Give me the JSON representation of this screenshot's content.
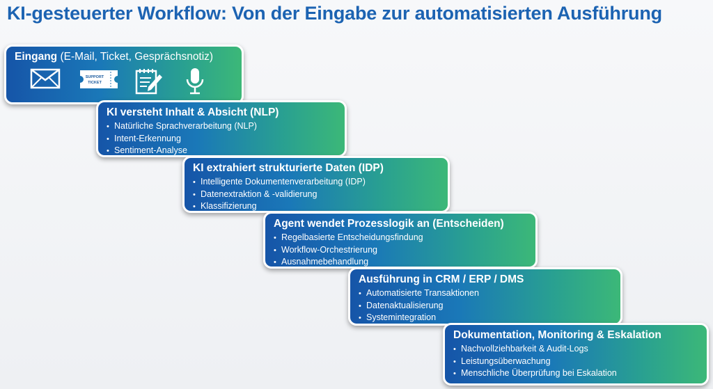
{
  "title": "KI-gesteuerter Workflow: Von der Eingabe zur automatisierten Ausführung",
  "steps": [
    {
      "title": "Eingang",
      "subtitle": "(E-Mail, Ticket, Gesprächsnotiz)",
      "icons": [
        "envelope-icon",
        "support-ticket-icon",
        "notepad-pencil-icon",
        "microphone-icon"
      ],
      "ticket_text_1": "SUPPORT",
      "ticket_text_2": "TICKET"
    },
    {
      "title": "KI versteht Inhalt & Absicht (NLP)",
      "bullets": [
        "Natürliche Sprachverarbeitung (NLP)",
        "Intent-Erkennung",
        "Sentiment-Analyse"
      ]
    },
    {
      "title": "KI extrahiert strukturierte Daten (IDP)",
      "bullets": [
        "Intelligente Dokumentenverarbeitung (IDP)",
        "Datenextraktion & -validierung",
        "Klassifizierung"
      ]
    },
    {
      "title": "Agent wendet Prozesslogik an (Entscheiden)",
      "bullets": [
        "Regelbasierte Entscheidungsfindung",
        "Workflow-Orchestrierung",
        "Ausnahmebehandlung"
      ]
    },
    {
      "title": "Ausführung in CRM / ERP / DMS",
      "bullets": [
        "Automatisierte Transaktionen",
        "Datenaktualisierung",
        "Systemintegration"
      ]
    },
    {
      "title": "Dokumentation, Monitoring & Eskalation",
      "bullets": [
        "Nachvollziehbarkeit & Audit-Logs",
        "Leistungsüberwachung",
        "Menschliche Überprüfung bei Eskalation"
      ]
    }
  ],
  "colors": {
    "title": "#1c63b2",
    "box_start": "#1655a8",
    "box_end": "#3cb878"
  }
}
